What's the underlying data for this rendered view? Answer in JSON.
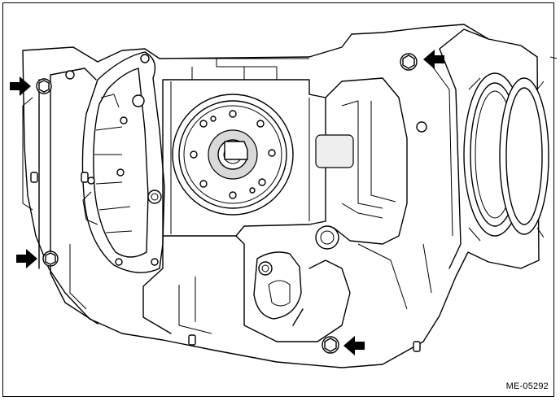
{
  "figure": {
    "code": "ME-05292",
    "colors": {
      "line": "#000000",
      "background": "#ffffff",
      "arrow": "#000000",
      "shade": "#d9d9d9"
    },
    "callouts": [
      {
        "name": "arrow-top-left",
        "icon": "arrow-right-icon"
      },
      {
        "name": "arrow-bottom-left",
        "icon": "arrow-right-icon"
      },
      {
        "name": "arrow-top-right",
        "icon": "arrow-left-icon"
      },
      {
        "name": "arrow-bottom-center",
        "icon": "arrow-left-icon"
      }
    ]
  }
}
